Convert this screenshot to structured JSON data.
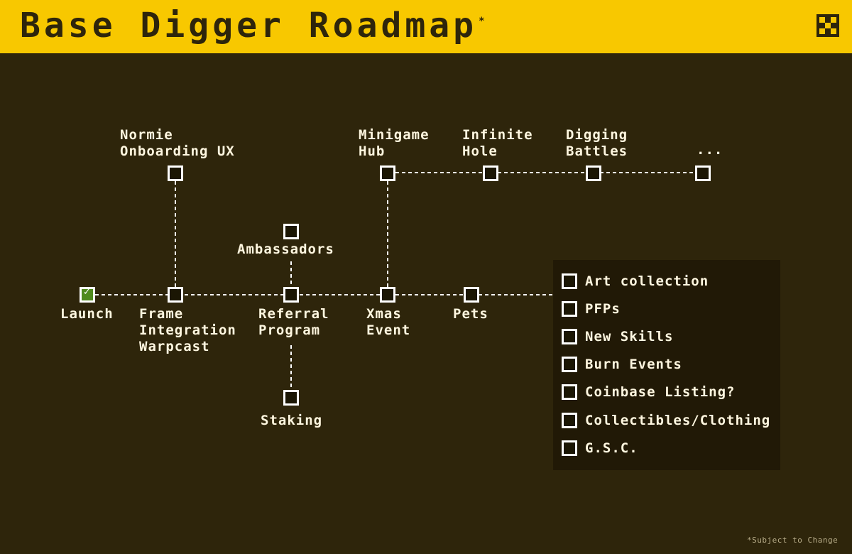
{
  "header": {
    "title": "Base Digger Roadmap",
    "title_mark": "*",
    "menu_icon": "checkered-menu-icon",
    "background_color": "#f8c800"
  },
  "colors": {
    "background": "#2e250b",
    "panel": "#211906",
    "node_border": "#ffffff",
    "node_done": "#4f8a1d",
    "text": "#fff7e0"
  },
  "roadmap": {
    "launch": {
      "label": "Launch",
      "done": true
    },
    "frame": {
      "label": "Frame\nIntegration\nWarpcast"
    },
    "normie": {
      "label": "Normie\nOnboarding UX"
    },
    "ambassadors": {
      "label": "Ambassadors"
    },
    "referral": {
      "label": "Referral\nProgram"
    },
    "staking": {
      "label": "Staking"
    },
    "xmas": {
      "label": "Xmas\nEvent"
    },
    "pets": {
      "label": "Pets"
    },
    "minigame": {
      "label": "Minigame\nHub"
    },
    "infinite": {
      "label": "Infinite\nHole"
    },
    "digging": {
      "label": "Digging\nBattles"
    },
    "more": {
      "label": "..."
    }
  },
  "checklist": {
    "items": [
      {
        "label": "Art collection",
        "checked": false
      },
      {
        "label": "PFPs",
        "checked": false
      },
      {
        "label": "New Skills",
        "checked": false
      },
      {
        "label": "Burn Events",
        "checked": false
      },
      {
        "label": "Coinbase Listing?",
        "checked": false
      },
      {
        "label": "Collectibles/Clothing",
        "checked": false
      },
      {
        "label": "G.S.C.",
        "checked": false
      }
    ]
  },
  "footnote": "*Subject to Change"
}
